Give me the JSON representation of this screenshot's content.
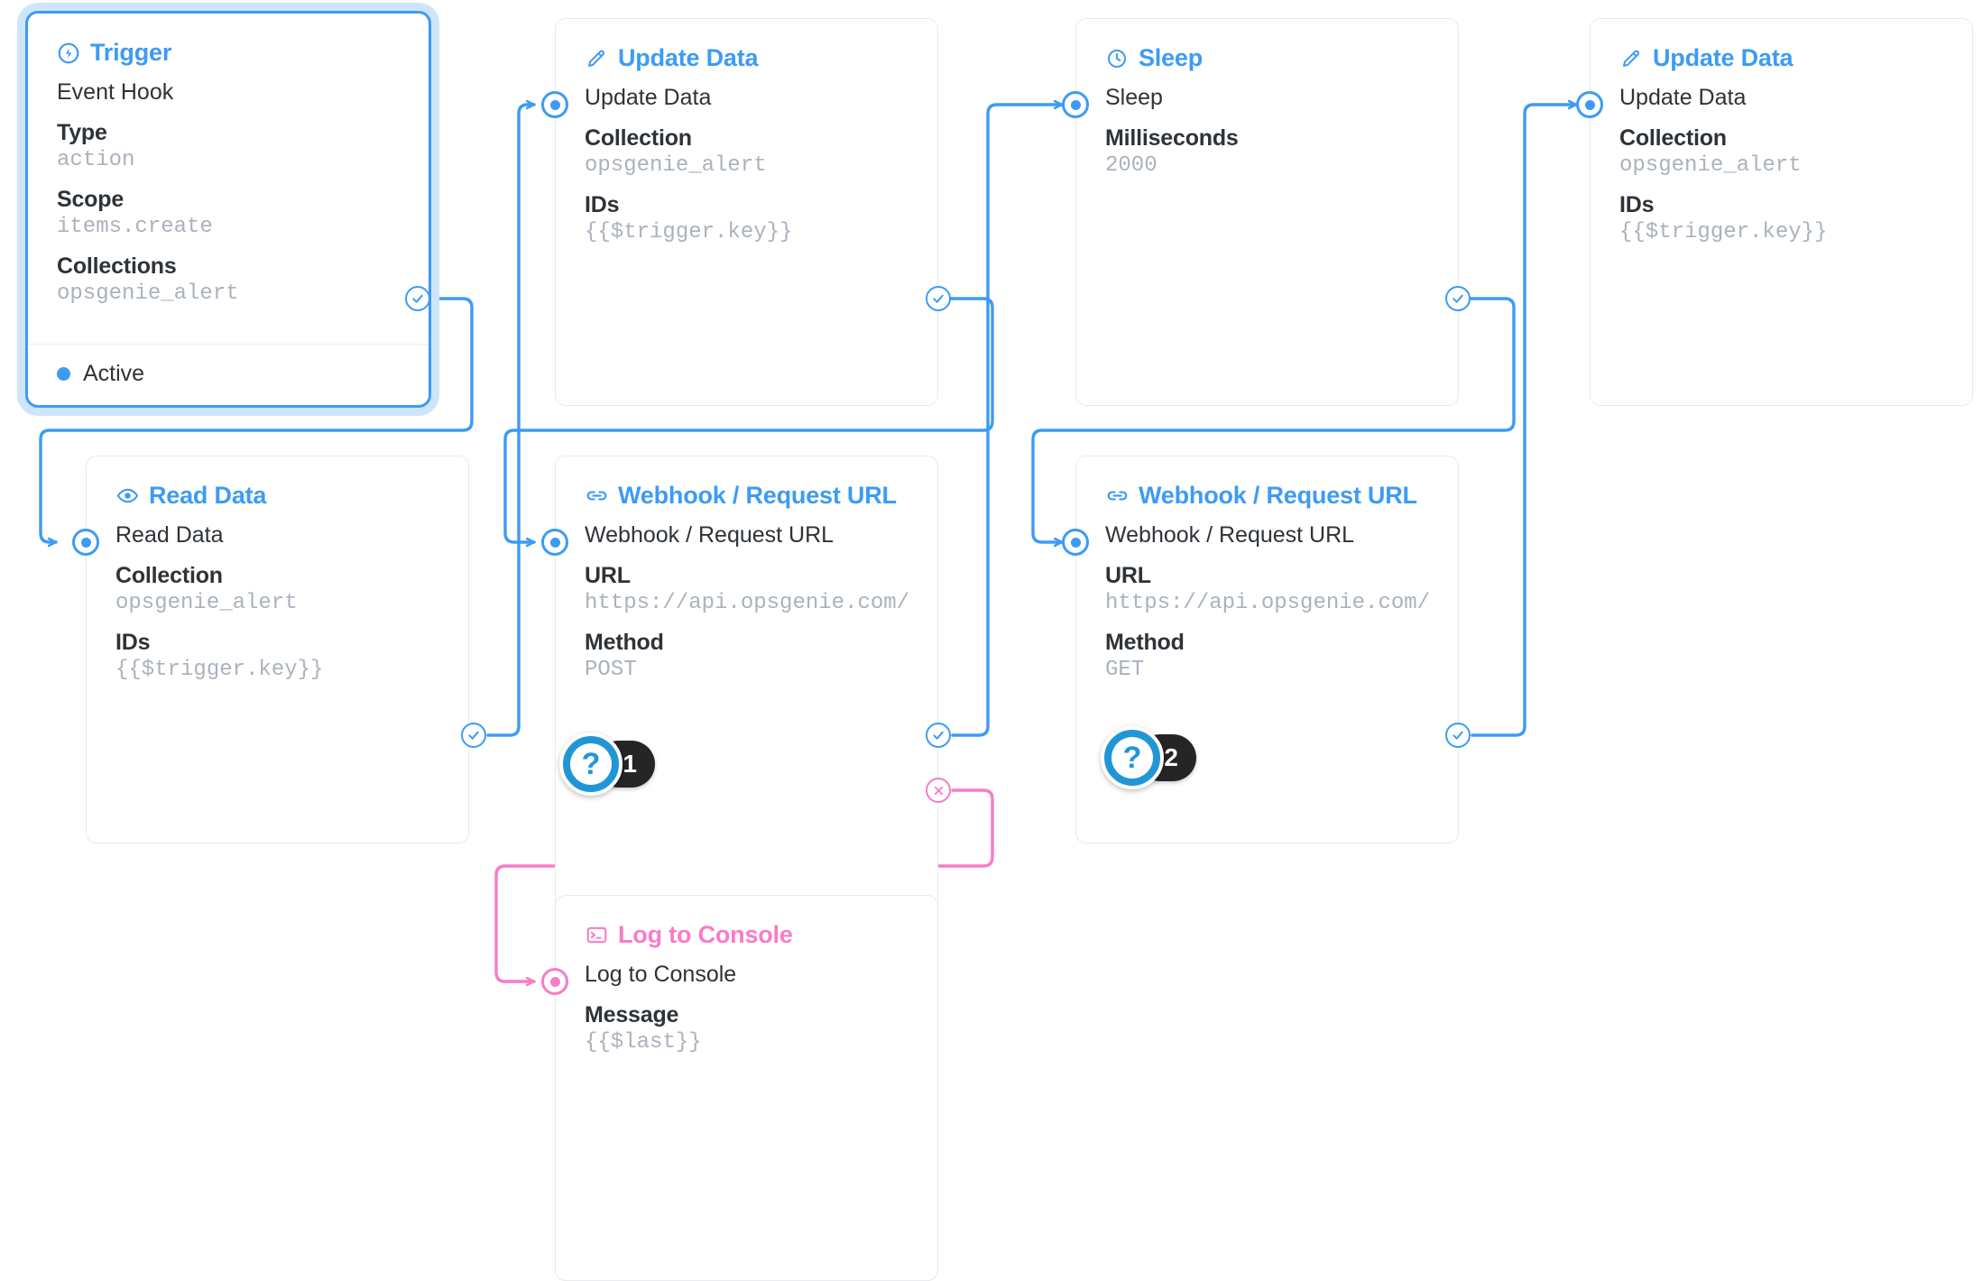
{
  "colors": {
    "accent_blue": "#3d9bf5",
    "accent_pink": "#f77cc9",
    "text_dark": "#2e3338",
    "text_muted": "#aab2bd",
    "card_border": "#e8eaed",
    "badge_dark": "#252525",
    "help_blue": "#2196d6"
  },
  "nodes": [
    {
      "id": "trigger",
      "header": "Trigger",
      "header_icon": "lightning-circle-icon",
      "accent": "blue",
      "selected": true,
      "title": "Event Hook",
      "fields": [
        {
          "label": "Type",
          "value": "action"
        },
        {
          "label": "Scope",
          "value": "items.create"
        },
        {
          "label": "Collections",
          "value": "opsgenie_alert"
        }
      ],
      "status": "Active"
    },
    {
      "id": "update-data-1",
      "header": "Update Data",
      "header_icon": "pencil-icon",
      "accent": "blue",
      "selected": false,
      "title": "Update Data",
      "fields": [
        {
          "label": "Collection",
          "value": "opsgenie_alert"
        },
        {
          "label": "IDs",
          "value": "{{$trigger.key}}"
        }
      ]
    },
    {
      "id": "sleep",
      "header": "Sleep",
      "header_icon": "clock-icon",
      "accent": "blue",
      "selected": false,
      "title": "Sleep",
      "fields": [
        {
          "label": "Milliseconds",
          "value": "2000"
        }
      ]
    },
    {
      "id": "update-data-2",
      "header": "Update Data",
      "header_icon": "pencil-icon",
      "accent": "blue",
      "selected": false,
      "title": "Update Data",
      "fields": [
        {
          "label": "Collection",
          "value": "opsgenie_alert"
        },
        {
          "label": "IDs",
          "value": "{{$trigger.key}}"
        }
      ]
    },
    {
      "id": "read-data",
      "header": "Read Data",
      "header_icon": "eye-icon",
      "accent": "blue",
      "selected": false,
      "title": "Read Data",
      "fields": [
        {
          "label": "Collection",
          "value": "opsgenie_alert"
        },
        {
          "label": "IDs",
          "value": "{{$trigger.key}}"
        }
      ]
    },
    {
      "id": "webhook-post",
      "header": "Webhook / Request URL",
      "header_icon": "link-icon",
      "accent": "blue",
      "selected": false,
      "title": "Webhook / Request URL",
      "fields": [
        {
          "label": "URL",
          "value": "https://api.opsgenie.com/v…"
        },
        {
          "label": "Method",
          "value": "POST"
        }
      ]
    },
    {
      "id": "webhook-get",
      "header": "Webhook / Request URL",
      "header_icon": "link-icon",
      "accent": "blue",
      "selected": false,
      "title": "Webhook / Request URL",
      "fields": [
        {
          "label": "URL",
          "value": "https://api.opsgenie.com/v…"
        },
        {
          "label": "Method",
          "value": "GET"
        }
      ]
    },
    {
      "id": "log-to-console",
      "header": "Log to Console",
      "header_icon": "terminal-icon",
      "accent": "pink",
      "selected": false,
      "title": "Log to Console",
      "fields": [
        {
          "label": "Message",
          "value": "{{$last}}"
        }
      ]
    }
  ],
  "help_badges": [
    {
      "id": "help-1",
      "symbol": "?",
      "count": "1"
    },
    {
      "id": "help-2",
      "symbol": "?",
      "count": "2"
    }
  ]
}
